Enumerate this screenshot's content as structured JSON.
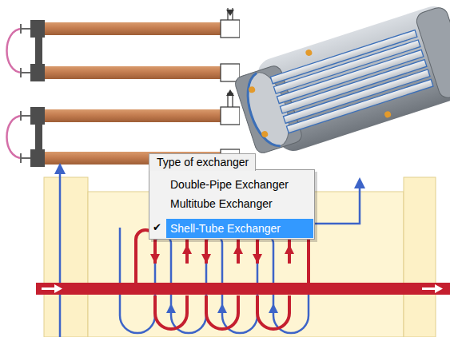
{
  "diagram": {
    "nodes": [
      {
        "text": [
          "Type of exchanger"
        ]
      },
      {
        "text": [
          "Double-Pipe Exchanger"
        ],
        "in": 0
      },
      {
        "text": [
          "Multitube Exchanger"
        ],
        "in": 0
      },
      {
        "text": [
          "✔",
          "Shell-Tube Exchanger"
        ],
        "in": 0
      }
    ]
  }
}
